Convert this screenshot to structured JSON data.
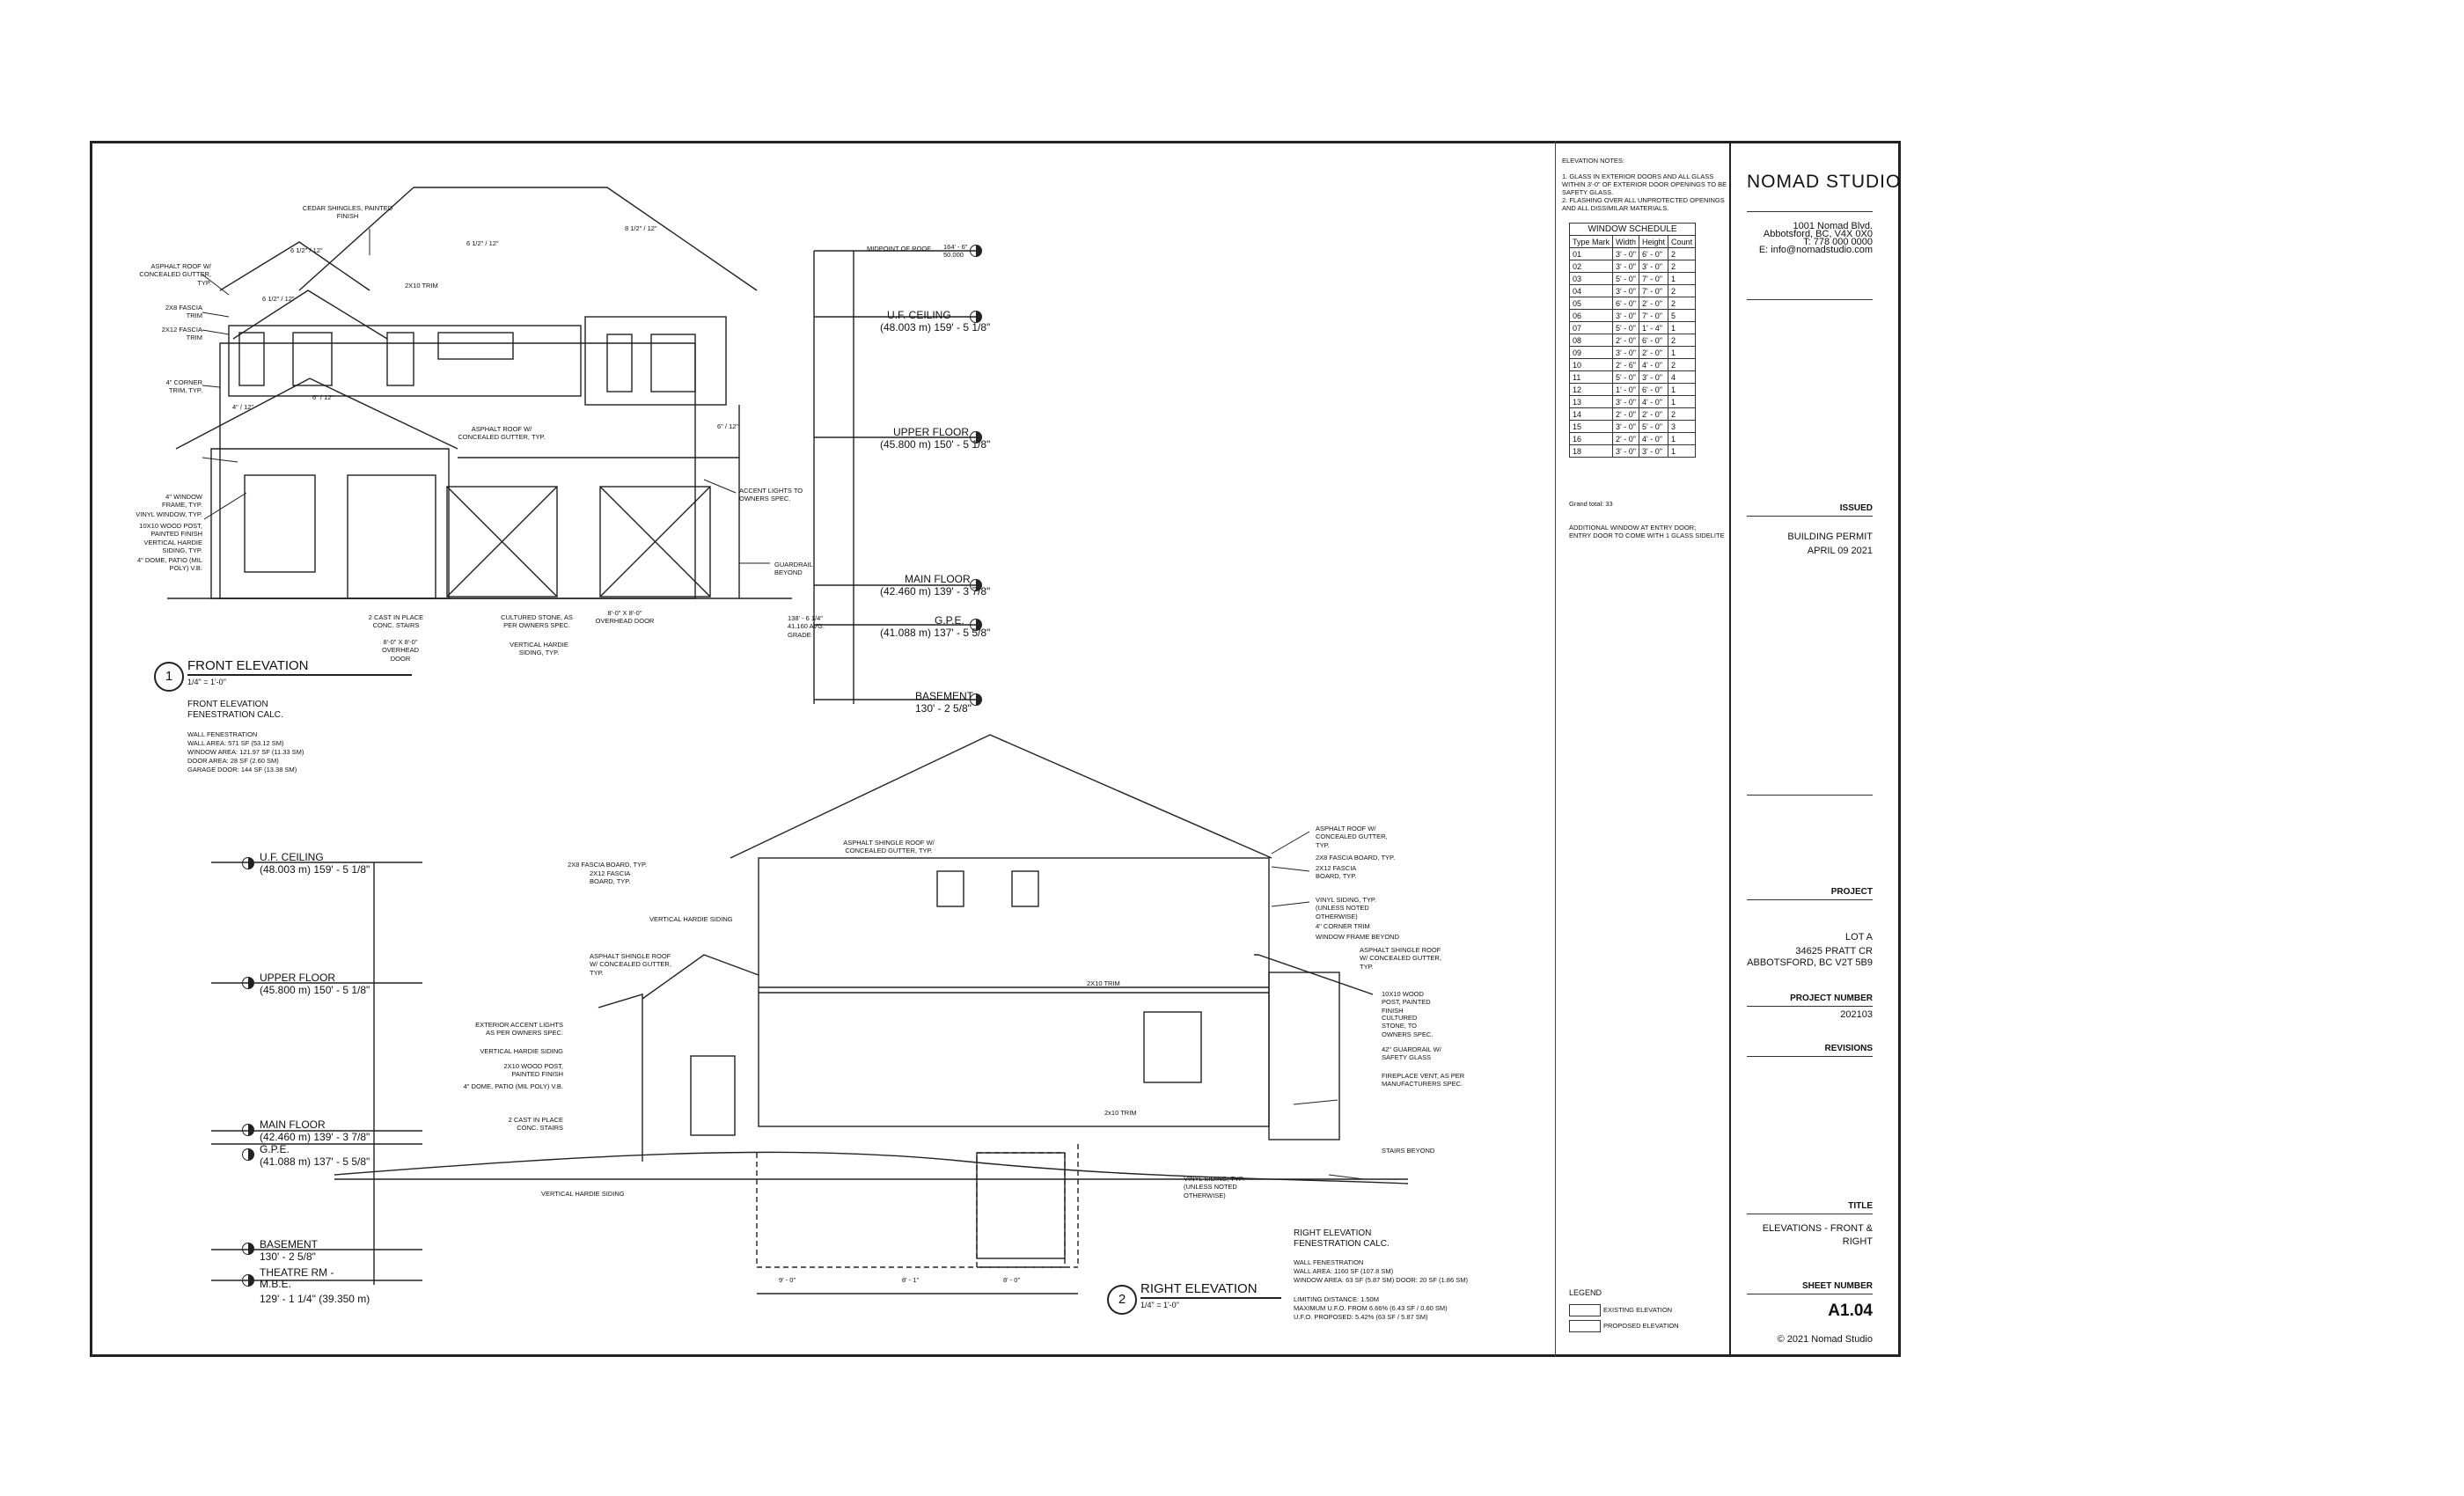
{
  "title_block": {
    "firm": "NOMAD STUDIO",
    "firm_address": [
      "1001 Nomad Blvd.",
      "Abbotsford, BC, V4X 0X0",
      "T: 778 000 0000",
      "E: info@nomadstudio.com"
    ],
    "issued_label": "ISSUED",
    "issued_for": "BUILDING PERMIT",
    "issued_date": "APRIL 09 2021",
    "project_label": "PROJECT",
    "project_name": "LOT A",
    "project_address_1": "34625 PRATT CR",
    "project_address_2": "ABBOTSFORD, BC V2T 5B9",
    "project_number_label": "PROJECT NUMBER",
    "project_number": "202103",
    "revisions_label": "REVISIONS",
    "title_label": "TITLE",
    "title_1": "ELEVATIONS - FRONT &",
    "title_2": "RIGHT",
    "sheet_number_label": "SHEET NUMBER",
    "sheet_number": "A1.04",
    "copyright": "© 2021 Nomad Studio"
  },
  "notes": {
    "heading": "ELEVATION NOTES:",
    "items": [
      "1. GLASS IN EXTERIOR DOORS AND ALL GLASS",
      "WITHIN 3'-0\" OF EXTERIOR DOOR OPENINGS TO BE",
      "SAFETY GLASS.",
      "2. FLASHING OVER ALL UNPROTECTED OPENINGS",
      "AND ALL DISSIMILAR MATERIALS."
    ],
    "schedule_caption": "WINDOW SCHEDULE",
    "schedule_headers": [
      "Type Mark",
      "Width",
      "Height",
      "Count"
    ],
    "schedule_rows": [
      [
        "01",
        "3' - 0\"",
        "6' - 0\"",
        "2"
      ],
      [
        "02",
        "3' - 0\"",
        "3' - 0\"",
        "2"
      ],
      [
        "03",
        "5' - 0\"",
        "7' - 0\"",
        "1"
      ],
      [
        "04",
        "3' - 0\"",
        "7' - 0\"",
        "2"
      ],
      [
        "05",
        "6' - 0\"",
        "2' - 0\"",
        "2"
      ],
      [
        "06",
        "3' - 0\"",
        "7' - 0\"",
        "5"
      ],
      [
        "07",
        "5' - 0\"",
        "1' - 4\"",
        "1"
      ],
      [
        "08",
        "2' - 0\"",
        "6' - 0\"",
        "2"
      ],
      [
        "09",
        "3' - 0\"",
        "2' - 0\"",
        "1"
      ],
      [
        "10",
        "2' - 6\"",
        "4' - 0\"",
        "2"
      ],
      [
        "11",
        "5' - 0\"",
        "3' - 0\"",
        "4"
      ],
      [
        "12",
        "1' - 0\"",
        "6' - 0\"",
        "1"
      ],
      [
        "13",
        "3' - 0\"",
        "4' - 0\"",
        "1"
      ],
      [
        "14",
        "2' - 0\"",
        "2' - 0\"",
        "2"
      ],
      [
        "15",
        "3' - 0\"",
        "5' - 0\"",
        "3"
      ],
      [
        "16",
        "2' - 0\"",
        "4' - 0\"",
        "1"
      ],
      [
        "18",
        "3' - 0\"",
        "3' - 0\"",
        "1"
      ]
    ],
    "grand_total": "Grand total: 33",
    "footer_1": "ADDITIONAL WINDOW AT ENTRY DOOR;",
    "footer_2": "ENTRY DOOR TO COME WITH 1 GLASS SIDELITE",
    "legend_heading": "LEGEND",
    "legend_1": "EXISTING ELEVATION",
    "legend_2": "PROPOSED ELEVATION"
  },
  "front": {
    "bubble": "1",
    "title": "FRONT ELEVATION",
    "scale": "1/4\" = 1'-0\"",
    "calc_title_1": "FRONT ELEVATION",
    "calc_title_2": "FENESTRATION CALC.",
    "calc_lines": [
      "WALL FENESTRATION",
      "WALL AREA:        571 SF (53.12 SM)",
      "WINDOW AREA:    121.97 SF (11.33 SM)",
      "DOOR AREA:          28 SF (2.60 SM)",
      "GARAGE DOOR:    144 SF (13.38 SM)"
    ],
    "labels": [
      "CEDAR SHINGLES, PAINTED FINISH",
      "ASPHALT ROOF W/ CONCEALED GUTTER, TYP.",
      "2X8 FASCIA TRIM",
      "2X12 FASCIA TRIM",
      "4\" CORNER TRIM, TYP.",
      "2X10 TRIM",
      "ASPHALT ROOF W/ CONCEALED GUTTER, TYP.",
      "4\" WINDOW FRAME, TYP.",
      "VINYL WINDOW, TYP.",
      "10X10 WOOD POST, PAINTED FINISH",
      "VERTICAL HARDIE SIDING, TYP.",
      "4\" DOME, PATIO (MIL POLY) V.B.",
      "CULTURED STONE, AS PER OWNERS SPEC.",
      "VERTICAL HARDIE SIDING, TYP.",
      "ACCENT LIGHTS TO OWNERS SPEC.",
      "GUARDRAIL BEYOND",
      "2 CAST IN PLACE CONC. STAIRS",
      "8'-0\" X 8'-0\" OVERHEAD DOOR",
      "8'-0\" X 8'-0\" OVERHEAD DOOR",
      "138' - 6 1/4\" 41.160 AVG. GRADE"
    ],
    "slopes": [
      "6 1/2\" / 12\"",
      "6 1/2\" / 12\"",
      "8 1/2\" / 12\"",
      "6 1/2\" / 12\"",
      "6\" / 12\"",
      "4\" / 12\"",
      "6\" / 12\""
    ]
  },
  "right": {
    "bubble": "2",
    "title": "RIGHT ELEVATION",
    "scale": "1/4\" = 1'-0\"",
    "calc_title_1": "RIGHT ELEVATION",
    "calc_title_2": "FENESTRATION CALC.",
    "calc_lines": [
      "WALL FENESTRATION",
      "WALL AREA: 1160 SF (107.8 SM)",
      "WINDOW AREA: 63 SF (5.87 SM) DOOR: 20 SF (1.86 SM)",
      "",
      "LIMITING DISTANCE: 1.50M",
      "MAXIMUM U.F.O. FROM 6.66% (6.43 SF / 0.60 SM)",
      "U.F.O. PROPOSED: 5.42% (63 SF / 5.87 SM)"
    ],
    "labels": [
      "ASPHALT SHINGLE ROOF W/ CONCEALED GUTTER, TYP.",
      "2X8 FASCIA BOARD, TYP.",
      "2X12 FASCIA BOARD, TYP.",
      "VERTICAL HARDIE SIDING",
      "ASPHALT SHINGLE ROOF W/ CONCEALED GUTTER, TYP.",
      "EXTERIOR ACCENT LIGHTS AS PER OWNERS SPEC.",
      "VERTICAL HARDIE SIDING",
      "2X10 WOOD POST, PAINTED FINISH",
      "4\" DOME, PATIO (MIL POLY) V.B.",
      "2 CAST IN PLACE CONC. STAIRS",
      "VERTICAL HARDIE SIDING",
      "ASPHALT ROOF W/ CONCEALED GUTTER, TYP.",
      "2X8 FASCIA BOARD, TYP.",
      "2X12 FASCIA BOARD, TYP.",
      "VINYL SIDING, TYP. (UNLESS NOTED OTHERWISE)",
      "4\" CORNER TRIM",
      "WINDOW FRAME BEYOND",
      "ASPHALT SHINGLE ROOF W/ CONCEALED GUTTER, TYP.",
      "10X10 WOOD POST, PAINTED FINISH",
      "CULTURED STONE, TO OWNERS SPEC.",
      "42\" GUARDRAIL W/ SAFETY GLASS",
      "FIREPLACE VENT, AS PER MANUFACTURERS SPEC.",
      "STAIRS BEYOND",
      "VINYL SIDING, TYP. (UNLESS NOTED OTHERWISE)",
      "2X10 TRIM",
      "2x10 TRIM"
    ],
    "dims": [
      "9' - 0\"",
      "8' - 1\"",
      "8' - 0\""
    ]
  },
  "levels": {
    "ridge": "MIDPOINT OF ROOF",
    "ridge_val": "164' - 6\" 50.000",
    "uf_ceiling": "U.F. CEILING",
    "uf_ceiling_val": "(48.003 m) 159' - 5 1/8\"",
    "upper_floor": "UPPER FLOOR",
    "upper_floor_val": "(45.800 m) 150' - 5 1/8\"",
    "main_floor": "MAIN FLOOR",
    "main_floor_val": "(42.460 m) 139' - 3 7/8\"",
    "gpe": "G.P.E.",
    "gpe_val": "(41.088 m) 137' - 5 5/8\"",
    "basement": "BASEMENT",
    "basement_val": "130' - 2 5/8\"",
    "theatre": "THEATRE RM - M.B.E.",
    "theatre_val": "129' - 1 1/4\" (39.350 m)"
  }
}
